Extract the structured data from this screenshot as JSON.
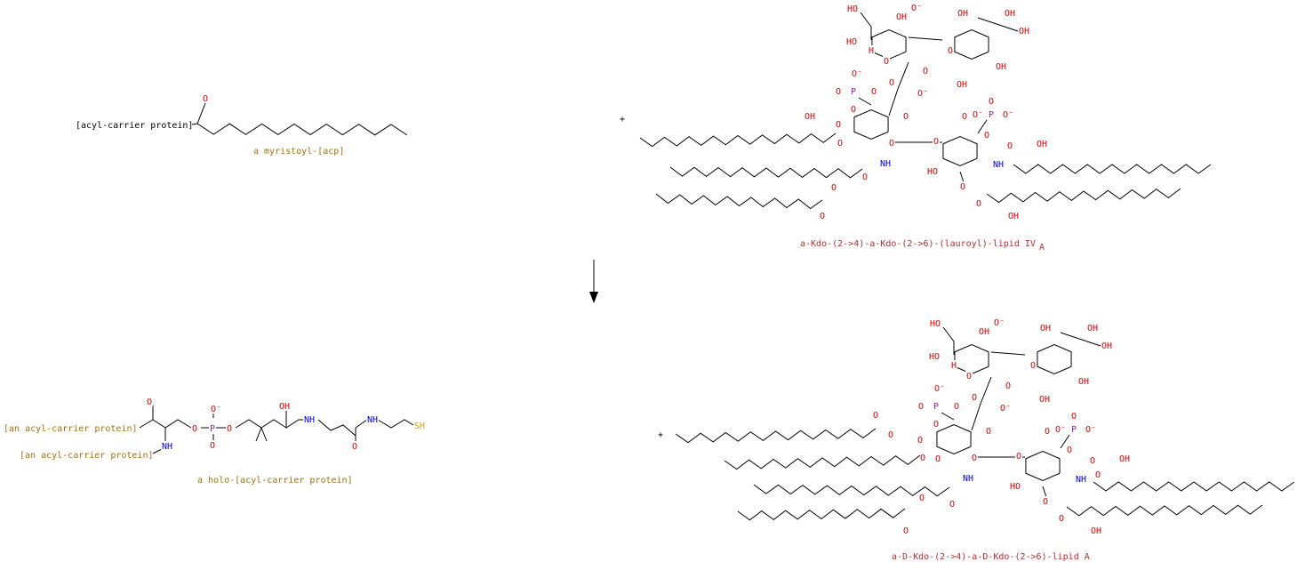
{
  "reaction": {
    "plus_1": "+",
    "plus_2": "+",
    "reactant_1": {
      "name": "a myristoyl-[acp]",
      "fragment": "[acyl-carrier protein]",
      "atoms": [
        "O"
      ]
    },
    "reactant_2": {
      "name": "a-Kdo-(2->4)-a-Kdo-(2->6)-(lauroyl)-lipid IV",
      "name_subscript": "A"
    },
    "product_1": {
      "name": "a holo-[acyl-carrier protein]",
      "fragment_1": "[an acyl-carrier protein]",
      "fragment_2": "[an acyl-carrier protein]",
      "atoms": [
        "O",
        "NH",
        "O",
        "P",
        "O⁻",
        "O",
        "O",
        "OH",
        "NH",
        "O",
        "NH",
        "O",
        "SH"
      ]
    },
    "product_2": {
      "name": "a-D-Kdo-(2->4)-a-D-Kdo-(2->6)-lipid A"
    }
  },
  "core_atoms": [
    "HO",
    "HO",
    "H",
    "OH",
    "O",
    "O⁻",
    "O",
    "OH",
    "OH",
    "OH",
    "OH",
    "OH",
    "O",
    "O⁻",
    "O",
    "O",
    "P",
    "O⁻",
    "O",
    "O",
    "O",
    "O",
    "O",
    "NH",
    "O",
    "O",
    "P",
    "O",
    "O⁻",
    "O⁻",
    "O",
    "NH",
    "O",
    "OH",
    "HO",
    "O",
    "O",
    "OH"
  ],
  "mol1_extra_atoms": [
    "OH",
    "O",
    "O",
    "O",
    "O"
  ],
  "mol2_extra_atoms": [
    "O",
    "O",
    "O",
    "O",
    "O",
    "O",
    "O",
    "O"
  ],
  "colors": {
    "label": "#b03030",
    "acp": "#a07010",
    "oxygen": "#e00000",
    "nitrogen": "#0000e0",
    "phosphorus": "#a020c0",
    "sulfur": "#e0a020"
  }
}
